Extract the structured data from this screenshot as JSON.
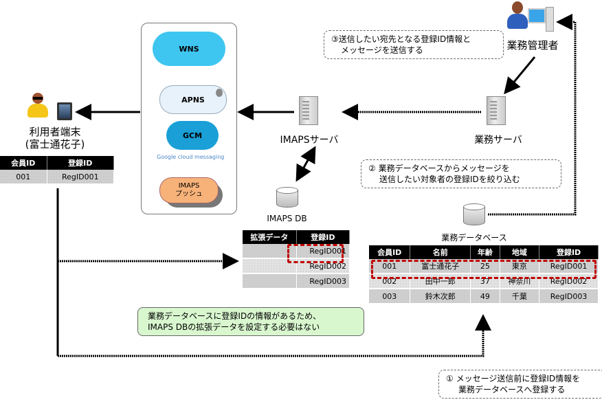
{
  "user": {
    "title_line1": "利用者端末",
    "title_line2": "(富士通花子)",
    "icons": [
      "person-icon",
      "tablet-icon"
    ],
    "table": {
      "headers": [
        "会員ID",
        "登録ID"
      ],
      "rows": [
        [
          "001",
          "RegID001"
        ]
      ]
    }
  },
  "push_services": {
    "items": [
      {
        "label": "WNS",
        "color": "#3fc6f0"
      },
      {
        "label": "APNS",
        "color": "#e8f2fb"
      },
      {
        "label": "GCM",
        "color": "#1a9fd6",
        "sublabel": "Google cloud messaging"
      },
      {
        "label": "IMAPS\nプッシュ",
        "color": "#f7b27a"
      }
    ]
  },
  "imaps_server": {
    "label": "IMAPSサーバ"
  },
  "imaps_db": {
    "label": "IMAPS DB",
    "table": {
      "headers": [
        "拡張データ",
        "登録ID"
      ],
      "rows": [
        [
          "",
          "RegID001"
        ],
        [
          "",
          "RegID002"
        ],
        [
          "",
          "RegID003"
        ]
      ]
    }
  },
  "business_server": {
    "label": "業務サーバ"
  },
  "admin": {
    "label": "業務管理者"
  },
  "business_db": {
    "label": "業務データベース",
    "table": {
      "headers": [
        "会員ID",
        "名前",
        "年齢",
        "地域",
        "登録ID"
      ],
      "rows": [
        [
          "001",
          "富士通花子",
          "25",
          "東京",
          "RegID001"
        ],
        [
          "002",
          "田中一郎",
          "37",
          "神奈川",
          "RegID002"
        ],
        [
          "003",
          "鈴木次郎",
          "49",
          "千葉",
          "RegID003"
        ]
      ]
    }
  },
  "callouts": {
    "step3_line1": "③送信したい宛先となる登録ID情報と",
    "step3_line2": "メッセージを送信する",
    "step2_line1": "② 業務データベースからメッセージを",
    "step2_line2": "送信したい対象者の登録IDを絞り込む",
    "step1_line1": "① メッセージ送信前に登録ID情報を",
    "step1_line2": "業務データベースへ登録する",
    "note_line1": "業務データベースに登録IDの情報があるため、",
    "note_line2": "IMAPS DBの拡張データを設定する必要はない"
  },
  "colors": {
    "highlight": "#c00000",
    "note_bg": "#d9f7cf",
    "header_bg": "#000000"
  }
}
